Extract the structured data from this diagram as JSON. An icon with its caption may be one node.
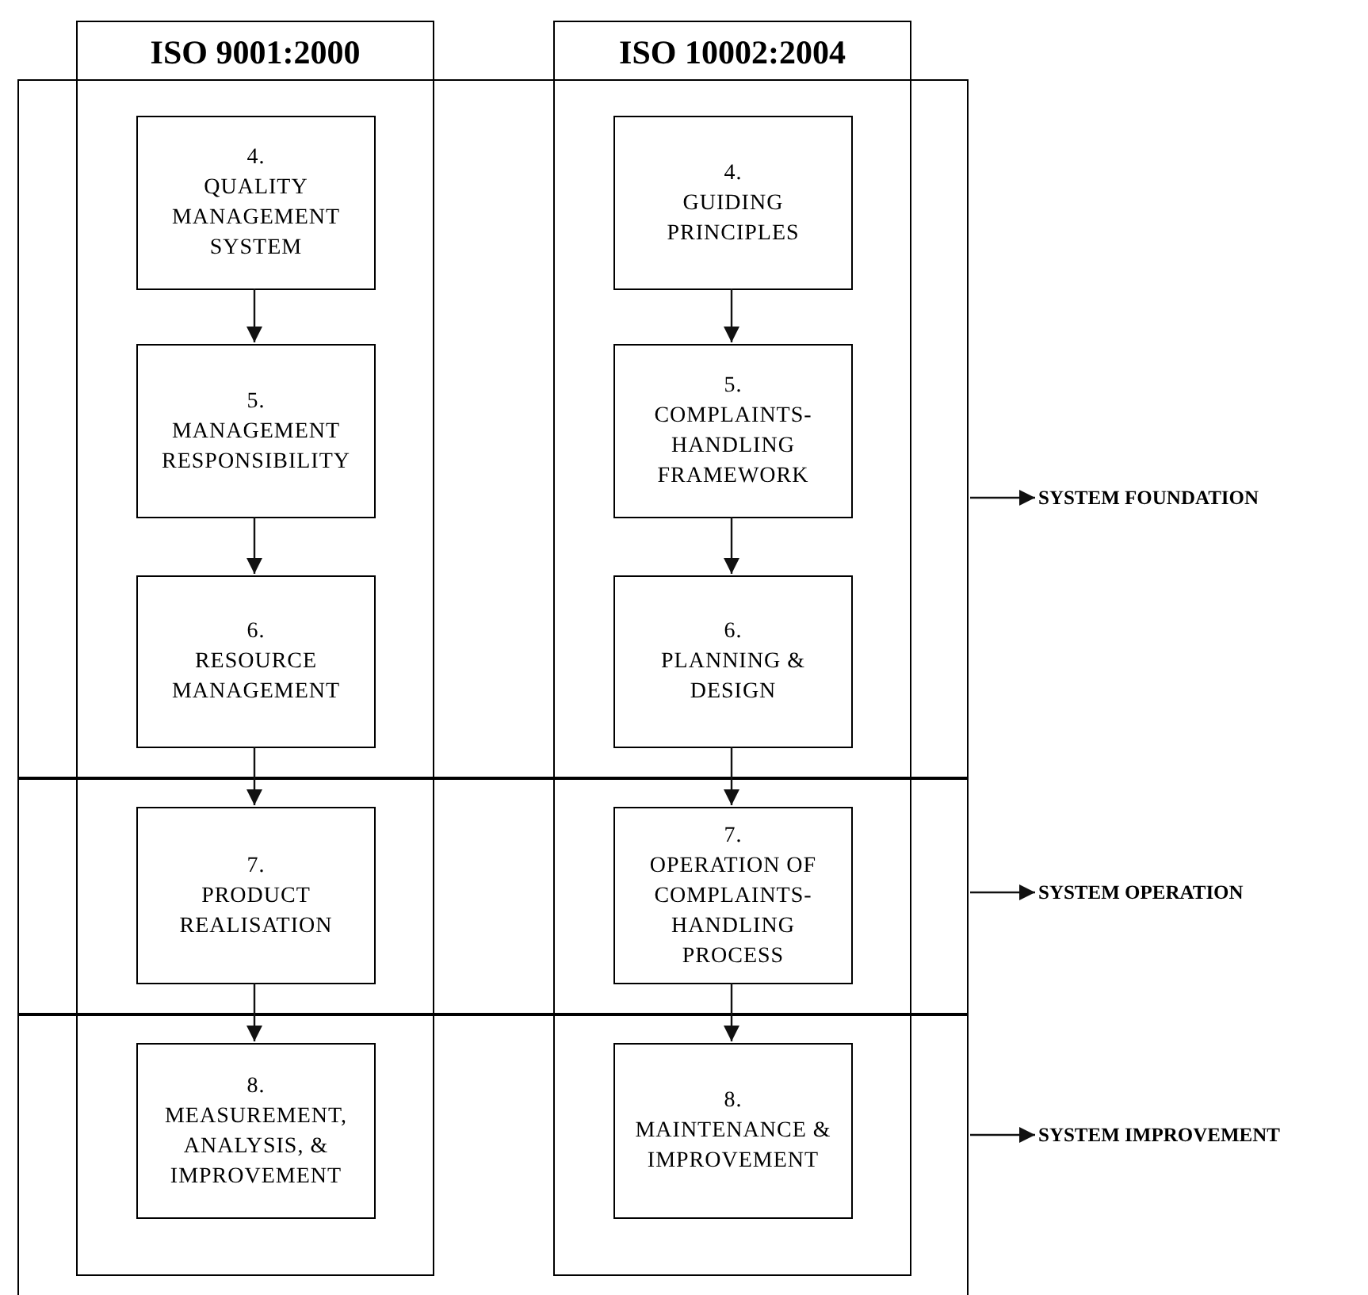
{
  "diagram": {
    "nodes": [
      {
        "text": [
          "ISO 9001:2000"
        ]
      },
      {
        "text": [
          "4.",
          "QUALITY MANAGEMENT SYSTEM"
        ],
        "in": 0
      },
      {
        "text": [
          "5.",
          "MANAGEMENT RESPONSIBILITY"
        ],
        "in": 0
      },
      {
        "text": [
          "6.",
          "RESOURCE MANAGEMENT"
        ],
        "in": 0
      },
      {
        "text": [
          "7.",
          "PRODUCT REALISATION"
        ],
        "in": 0
      },
      {
        "text": [
          "8.",
          "MEASUREMENT, ANALYSIS, & IMPROVEMENT"
        ],
        "in": 0
      },
      {
        "text": [
          "ISO 10002:2004"
        ]
      },
      {
        "text": [
          "4.",
          "GUIDING PRINCIPLES"
        ],
        "in": 6
      },
      {
        "text": [
          "5.",
          "COMPLAINTS-HANDLING FRAMEWORK"
        ],
        "in": 6
      },
      {
        "text": [
          "6.",
          "PLANNING & DESIGN"
        ],
        "in": 6
      },
      {
        "text": [
          "7.",
          "OPERATION OF COMPLAINTS-HANDLING PROCESS"
        ],
        "in": 6
      },
      {
        "text": [
          "8.",
          "MAINTENANCE & IMPROVEMENT"
        ],
        "in": 6
      },
      {
        "text": [
          "SYSTEM FOUNDATION"
        ]
      },
      {
        "text": [
          "SYSTEM OPERATION"
        ]
      },
      {
        "text": [
          "SYSTEM IMPROVEMENT"
        ]
      }
    ],
    "edges": [
      {
        "from": 1,
        "to": 2,
        "arrow": "to"
      },
      {
        "from": 2,
        "to": 3,
        "arrow": "to"
      },
      {
        "from": 3,
        "to": 4,
        "arrow": "to"
      },
      {
        "from": 4,
        "to": 5,
        "arrow": "to"
      },
      {
        "from": 7,
        "to": 8,
        "arrow": "to"
      },
      {
        "from": 8,
        "to": 9,
        "arrow": "to"
      },
      {
        "from": 9,
        "to": 10,
        "arrow": "to"
      },
      {
        "from": 10,
        "to": 11,
        "arrow": "to"
      },
      {
        "from": null,
        "to": 12,
        "arrow": "to"
      },
      {
        "from": null,
        "to": 13,
        "arrow": "to"
      },
      {
        "from": null,
        "to": 14,
        "arrow": "to"
      }
    ]
  }
}
